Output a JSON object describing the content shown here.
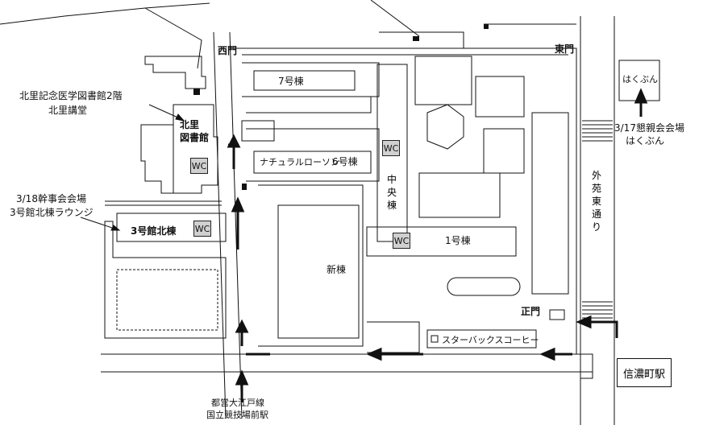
{
  "labels": {
    "west_gate": "西門",
    "east_gate": "東門",
    "main_gate": "正門",
    "bldg7": "7号棟",
    "bldg6": "6号棟",
    "lawson": "ナチュラルローソン",
    "central": "中央棟",
    "bldg1": "1号棟",
    "new_bldg": "新棟",
    "kitasato_lib_line1": "北里",
    "kitasato_lib_line2": "図書館",
    "bldg3_north": "3号館北棟",
    "starbucks": "スターバックスコーヒー",
    "gaien_street": "外苑東通り",
    "hakubun_box": "はくぶん"
  },
  "annotations": {
    "library_note_line1": "北里記念医学図書館2階",
    "library_note_line2": "北里講堂",
    "mar18_line1": "3/18幹事会会場",
    "mar18_line2": "3号館北棟ラウンジ",
    "mar17_line1": "3/17懇親会会場",
    "mar17_line2": "はくぶん"
  },
  "stations": {
    "shinanomachi": "信濃町駅",
    "toei_line1": "都営大江戸線",
    "toei_line2": "国立競技場前駅"
  },
  "wc_label": "WC",
  "colors": {
    "line": "#111111",
    "wc_fill": "#d0d0d0",
    "background": "#ffffff"
  }
}
